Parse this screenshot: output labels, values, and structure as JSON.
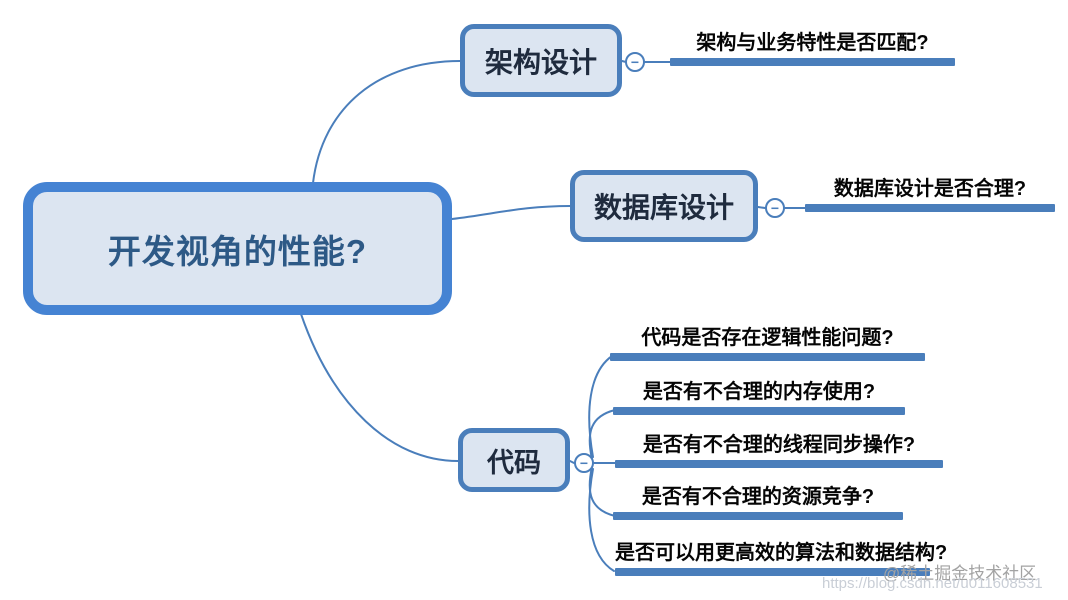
{
  "root": {
    "label": "开发视角的性能?"
  },
  "branches": [
    {
      "label": "架构设计",
      "children": [
        {
          "label": "架构与业务特性是否匹配?"
        }
      ]
    },
    {
      "label": "数据库设计",
      "children": [
        {
          "label": "数据库设计是否合理?"
        }
      ]
    },
    {
      "label": "代码",
      "children": [
        {
          "label": "代码是否存在逻辑性能问题?"
        },
        {
          "label": "是否有不合理的内存使用?"
        },
        {
          "label": "是否有不合理的线程同步操作?"
        },
        {
          "label": "是否有不合理的资源竞争?"
        },
        {
          "label": "是否可以用更高效的算法和数据结构?"
        }
      ]
    }
  ],
  "ui": {
    "collapse_symbol": "−"
  },
  "watermark": {
    "line1": "@稀土掘金技术社区",
    "line2": "https://blog.csdn.net/u011608531"
  },
  "colors": {
    "line_blue": "#4a7ebb",
    "root_border": "#4583d3",
    "node_fill": "#dce5f1",
    "root_text": "#2d5986",
    "leaf_text": "#050505",
    "watermark_gray": "#a3a3a3"
  }
}
